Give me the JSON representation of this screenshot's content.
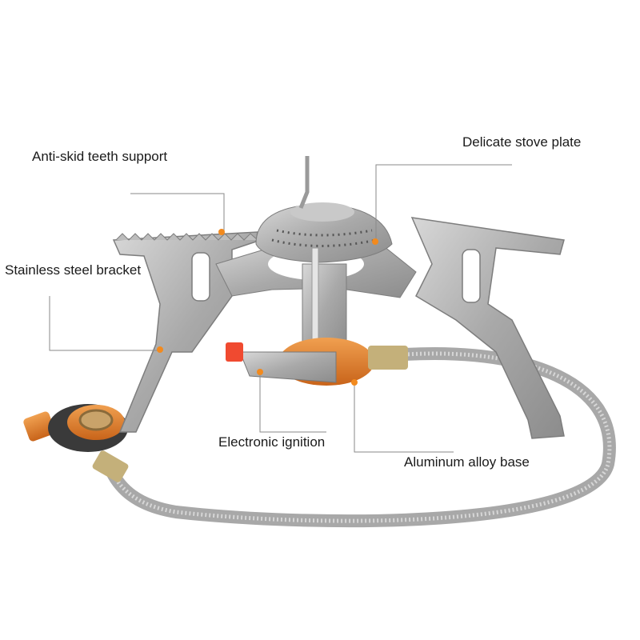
{
  "callouts": {
    "anti_skid": "Anti-skid teeth support",
    "stove_plate": "Delicate stove plate",
    "bracket": "Stainless steel bracket",
    "ignition": "Electronic ignition",
    "base": "Aluminum alloy base"
  },
  "colors": {
    "marker": "#f28a1e",
    "leader_line": "#8a8a8a",
    "steel": "#b9b9b9",
    "orange_anodized": "#e07a22"
  }
}
